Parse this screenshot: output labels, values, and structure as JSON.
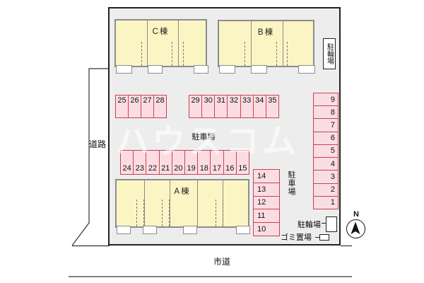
{
  "watermark": "ハウスコム",
  "buildings": {
    "c": {
      "label": "C棟"
    },
    "b": {
      "label": "B棟"
    },
    "a": {
      "label": "A棟"
    }
  },
  "parking": {
    "label_main": "駐車場",
    "label_side": "駐車場",
    "row_top_left": [
      "25",
      "26",
      "27",
      "28"
    ],
    "row_top_right": [
      "29",
      "30",
      "31",
      "32",
      "33",
      "34",
      "35"
    ],
    "row_middle": [
      "24",
      "23",
      "22",
      "21",
      "20",
      "19",
      "18",
      "17",
      "16",
      "15"
    ],
    "col_outer": [
      "9",
      "8",
      "7",
      "6",
      "5",
      "4",
      "3",
      "2",
      "1"
    ],
    "col_inner": [
      "14",
      "13",
      "12",
      "11",
      "10"
    ]
  },
  "bicycle": {
    "top_label": "駐輪場",
    "bottom_label": "駐輪場"
  },
  "garbage": {
    "label": "ゴミ置場"
  },
  "roads": {
    "left": "道路",
    "bottom": "市道"
  },
  "compass": {
    "north_label": "N"
  },
  "colors": {
    "lot_fill": "#ededed",
    "building_fill": "#fbf5c4",
    "building_border": "#8c8c8c",
    "space_fill": "#fbdce3",
    "space_border": "#c6444f",
    "boundary": "#222222",
    "line": "#333333"
  }
}
